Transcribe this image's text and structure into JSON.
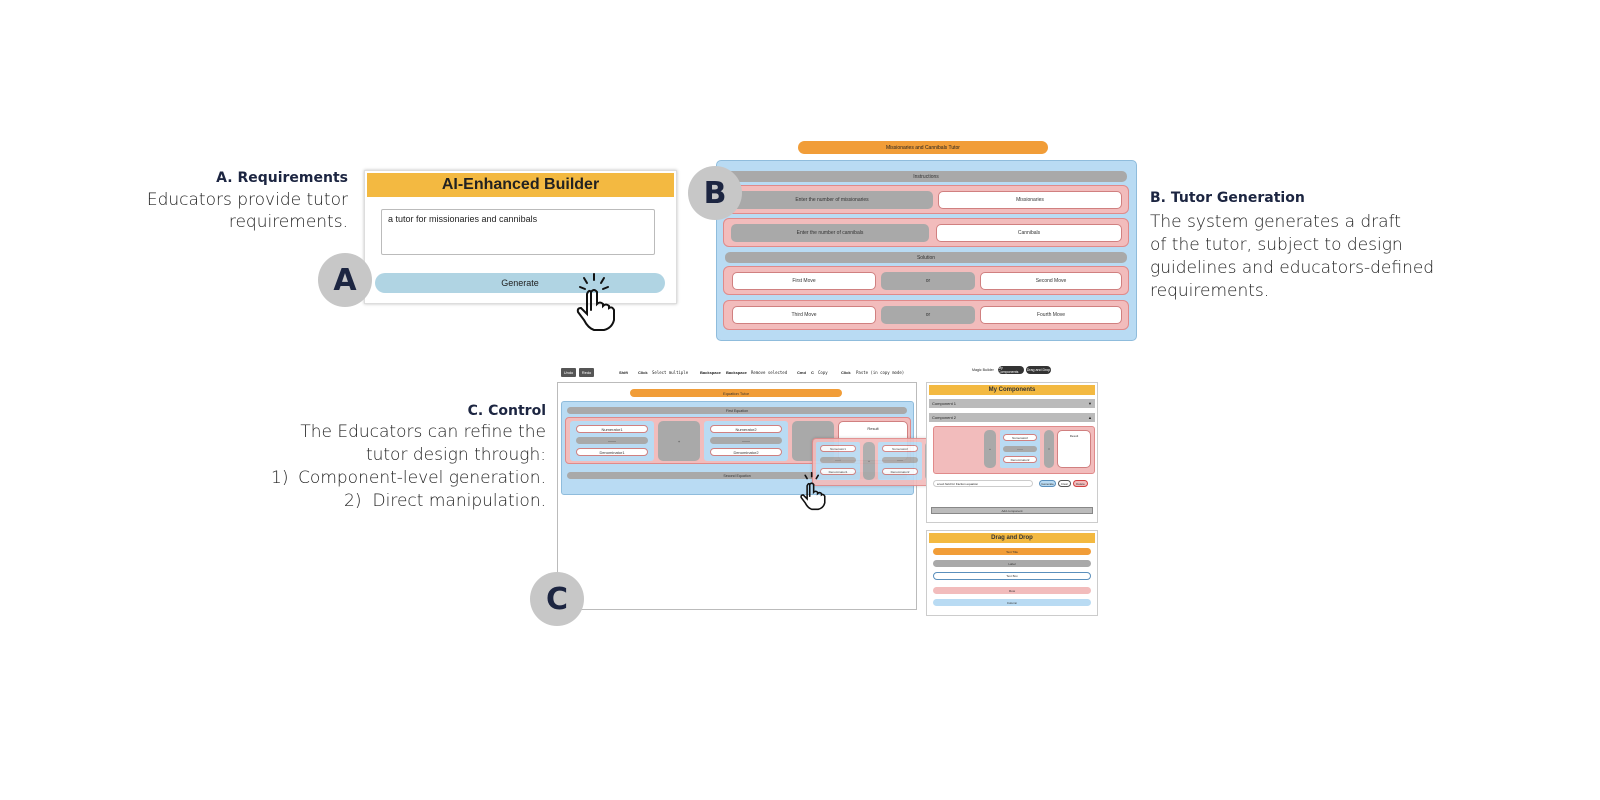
{
  "colors": {
    "yellow": "#f3b941",
    "blue": "#b9dbf3",
    "orange": "#f19d38",
    "pink": "#f2bcbc",
    "grey": "#a9a9a9",
    "navy": "#1c2541",
    "badge": "#c7c7c7"
  },
  "sectionA": {
    "title": "A. Requirements",
    "desc1": "Educators provide tutor",
    "desc2": "requirements.",
    "badge": "A",
    "builder_title": "AI-Enhanced Builder",
    "input_value": "a tutor for missionaries and cannibals",
    "generate": "Generate",
    "cursor_icon": "hand-pointer-click-icon"
  },
  "sectionB": {
    "title": "B. Tutor Generation",
    "desc": [
      "The system generates a draft",
      "of the tutor, subject to design",
      "guidelines and educators-defined",
      "requirements."
    ],
    "badge": "B",
    "tutor_title": "Missionaries and Cannibals Tutor",
    "instructions": "Instructions",
    "row1_label": "Enter the number of missionaries",
    "row1_value": "Missionaries",
    "row2_label": "Enter the number of cannibals",
    "row2_value": "Cannibals",
    "solution": "Solution",
    "move1": "First Move",
    "op1": "or",
    "move2": "Second Move",
    "move3": "Third Move",
    "op2": "or",
    "move4": "Fourth Move"
  },
  "sectionC": {
    "title": "C. Control",
    "desc1": "The Educators can refine the",
    "desc2": "tutor design through:",
    "item1_num": "1)",
    "item1": "Component-level generation.",
    "item2_num": "2)",
    "item2": "Direct manipulation.",
    "badge": "C",
    "toolbar": {
      "undo": "Undo",
      "redo": "Redo",
      "s1": "Shift",
      "s1b": "Click",
      "s1c": "Select multiple",
      "s2": "Backspace",
      "s2b": "Backspace",
      "s2c": "Remove selected",
      "s3": "Cmd",
      "s3b": "C",
      "s3c": "Copy",
      "s4": "Click",
      "s4c": "Paste (in copy mode)"
    },
    "modes": {
      "label": "Magic Builder",
      "active": "My Components",
      "other": "Drag and Drop"
    },
    "canvas_title": "Equation Tutor",
    "first_eq": "First Equation",
    "second_eq": "Second Equation",
    "numerator1": "Numerator1",
    "denominator1": "Denominator1",
    "numerator2": "Numerator2",
    "denominator2": "Denominator2",
    "plus": "+",
    "equals": "=",
    "result": "Result",
    "my_components": "My Components",
    "component1": "Component 1",
    "component2": "Component 2",
    "comp_prompt": "a text field for fraction equation",
    "comp_generate": "Generate",
    "comp_clear": "Clear",
    "comp_delete": "Delete",
    "add_component": "Add component",
    "dnd_title": "Drag and Drop",
    "dnd_items": [
      "Text Title",
      "Label",
      "Text Box",
      "Row",
      "Column"
    ],
    "separator": "——"
  }
}
